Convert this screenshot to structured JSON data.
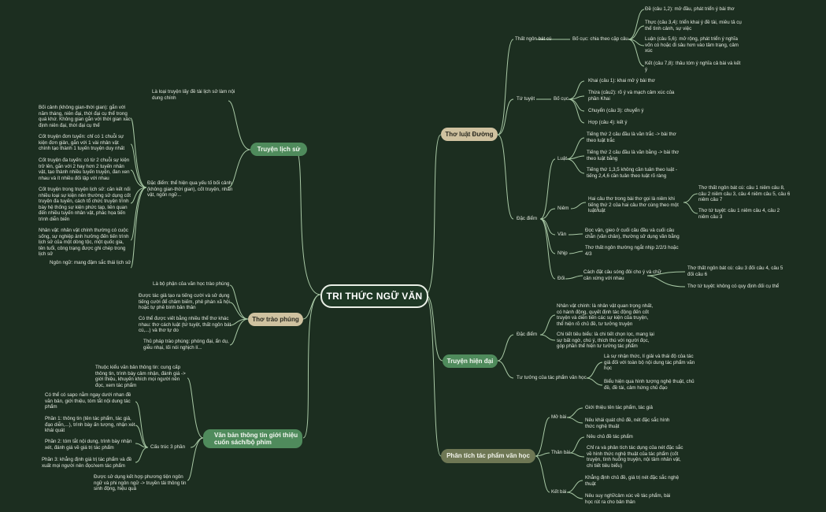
{
  "root": "TRI THỨC NGỮ VĂN",
  "colors": {
    "background": "#1c2e20",
    "green": "#4f8b5c",
    "tan": "#cfc2a0",
    "olive": "#6e7754",
    "line": "#a9c9a6"
  },
  "branches": {
    "lichsu": "Truyện lịch sử",
    "traophung": "Thơ trào phúng",
    "thongtin": "Văn bản thông tin giới thiệu cuốn sách/bộ phim",
    "duong": "Thơ luật Đường",
    "hiendai": "Truyện hiện đại",
    "phantich": "Phân tích tác phẩm văn học"
  },
  "lichsu": {
    "def": "Là loại truyện lấy đề tài lịch sử làm nội dung chính",
    "dacdiem": "Đặc điểm: thể hiện qua yếu tố bối cảnh (không gian-thời gian), cốt truyện, nhân vật, ngôn ngữ...",
    "items": [
      "Bối cảnh (không gian-thời gian): gắn với năm tháng, niên đại, thời đại cụ thể trong quá khứ. Không gian gắn với thời gian xác định niên đại, thời đại cụ thể",
      "Cốt truyện đơn tuyến: chỉ có 1 chuỗi sự kiện đơn giản, gắn với 1 vài nhân vật chính tạo thành 1 tuyến truyện duy nhất",
      "Cốt truyện đa tuyến: có từ 2 chuỗi sự kiện trở lên, gắn với 2 hay hơn 2 tuyến nhân vật, tạo thành nhiều tuyến truyện, đan xen nhau và ít nhiều đối lập với nhau",
      "Cốt truyện trong truyện lịch sử: căn kết nối nhiều loại sự kiện nên thường sử dụng cốt truyện đa tuyến, cách tổ chức truyện trình bày hệ thống sự kiện phức tạp, liên quan đến nhiều tuyến nhân vật, phác họa tiến trình diễn biến",
      "Nhân vật: nhân vật chính thường có cuộc sống, sự nghiệp ảnh hưởng đến tiến trình lịch sử của một dòng tộc, một quốc gia, tên tuổi, công trạng được ghi chép trong lịch sử",
      "Ngôn ngữ: mang đậm sắc thái lịch sử"
    ]
  },
  "traophung": {
    "items": [
      "Là bộ phận của văn học trào phúng",
      "Được tác giả tạo ra tiếng cười và sử dụng tiếng cười để châm biếm, phê phán xã hội hoặc tự phê bình bản thân",
      "Có thể được viết bằng nhiều thể thơ khác nhau: thơ cách luật (tứ tuyệt, thất ngôn bát cú,...) và thơ tự do",
      "Thủ pháp trào phúng: phóng đại, ẩn dụ, giễu nhại, lối nói nghịch lí..."
    ]
  },
  "thongtin": {
    "intro": "Thuộc kiểu văn bản thông tin: cung cấp thông tin, trình bày cảm nhận, đánh giá -> giới thiệu, khuyến khích mọi người nên đọc, xem tác phẩm",
    "cautruc": "Cấu trúc 3 phần",
    "parts": [
      "Có thể có sapo nằm ngay dưới nhan đề văn bản, giới thiệu, tóm tắt nội dung tác phẩm",
      "Phần 1: thông tin (tên tác phẩm, tác giả, đạo diễn,...), trình bày ấn tượng, nhận xét khái quát",
      "Phần 2: tóm tắt nội dung, trình bày nhận xét, đánh giá về giá trị tác phẩm",
      "Phần 3: khẳng định giá trị tác phẩm và đề xuất mọi người nên đọc/xem tác phẩm"
    ],
    "last": "Được sử dụng kết hợp phương tiện ngôn ngữ và phi ngôn ngữ -> truyền tải thông tin sinh động, hiệu quả"
  },
  "duong": {
    "thatngon": "Thất ngôn bát cú",
    "bocuc1": "Bố cục: chia theo cặp câu",
    "bc1": [
      "Đề (câu 1,2): mở đầu, phát triển ý bài thơ",
      "Thực (câu 3,4): triển khai ý đề tài, miêu tả cụ thể tình cảnh, sự việc",
      "Luận (câu 5,6): mở rộng, phát triển ý nghĩa vốn có hoặc đi sâu hơn vào tâm trạng, cảm xúc",
      "Kết (câu 7,8): thâu tóm ý nghĩa cả bài và kết ý"
    ],
    "tutuyet": "Tứ tuyệt",
    "bocuc2": "Bố cục",
    "bc2": [
      "Khai (câu 1): khai mở ý bài thơ",
      "Thừa (câu2): rõ ý và mạch cảm xúc của phần Khai",
      "Chuyển (câu 3): chuyển ý",
      "Hợp (câu 4): kết ý"
    ],
    "dacdiem": "Đặc điểm",
    "luat": "Luật",
    "luat_items": [
      "Tiếng thứ 2 câu đầu là vần trắc -> bài thơ theo luật trắc",
      "Tiếng thứ 2 câu đầu là vần bằng -> bài thơ theo luật bằng",
      "Tiếng thứ 1,3,5 không cần tuân theo luật - tiếng 2,4,6 cần tuân theo luật rõ ràng"
    ],
    "niem": "Niêm",
    "niem_text": "Hai câu thơ trong bài thơ gọi là niêm khi tiếng thứ 2 của hai câu thơ cùng theo một luật/luật",
    "niem_items": [
      "Thơ thất ngôn bát cú: câu 1 niêm câu 8, câu 2 niêm câu 3, câu 4 niêm câu 5, câu 6 niêm câu 7",
      "Thơ tứ tuyệt: câu 1 niêm câu 4, câu 2 niêm câu 3"
    ],
    "van": "Vần",
    "van_text": "Đọc vận, gieo ở cuối câu đầu và cuối câu chẵn (vần chân), thường sử dụng vần bằng",
    "nhip": "Nhịp",
    "nhip_text": "Thơ thất ngôn thường ngắt nhịp 2/2/3 hoặc 4/3",
    "doi": "Đối",
    "doi_text": "Cách đặt câu sóng đôi cho ý và chữ cân xứng với nhau",
    "doi_items": [
      "Thơ thất ngôn bát cú: câu 3 đối câu 4, câu 5 đối câu 6",
      "Thơ tứ tuyệt: không có quy định đối cụ thể"
    ]
  },
  "hiendai": {
    "dacdiem": "Đặc điểm",
    "dd_items": [
      "Nhân vật chính: là nhân vật quan trọng nhất, có hành động, quyết định tác động đến cốt truyện và diễn tiến các sự kiện của truyện, thể hiện rõ chủ đề, tư tưởng truyện",
      "Chi tiết tiêu biểu: là chi tiết chọn lọc, mang lại sự bất ngờ, chú ý, thích thú với người đọc, góp phần thể hiện tư tưởng tác phẩm"
    ],
    "tutuong": "Tư tưởng của tác phẩm văn học",
    "tt_items": [
      "Là sự nhận thức, lí giải và thái độ của tác giả đối với toàn bộ nội dung tác phẩm văn học",
      "Biểu hiện qua hình tượng nghệ thuật, chủ đề, đề tài, cảm hứng chủ đạo"
    ]
  },
  "phantich": {
    "mobai": "Mở bài",
    "mb": [
      "Giới thiệu tên tác phẩm, tác giả",
      "Nêu khái quát chủ đề, nét đặc sắc hình thức nghệ thuật"
    ],
    "thanbai": "Thân bài",
    "tb": [
      "Nêu chủ đề tác phẩm",
      "Chỉ ra và phân tích tác dụng của nét đặc sắc về hình thức nghệ thuật của tác phẩm (cốt truyện, tình huống truyện, nội tâm nhân vật, chi tiết tiêu biểu)"
    ],
    "ketbai": "Kết bài",
    "kb": [
      "Khẳng định chủ đề, giá trị nét đặc sắc nghệ thuật",
      "Nêu suy nghĩ/cảm xúc về tác phẩm, bài học rút ra cho bản thân"
    ]
  }
}
